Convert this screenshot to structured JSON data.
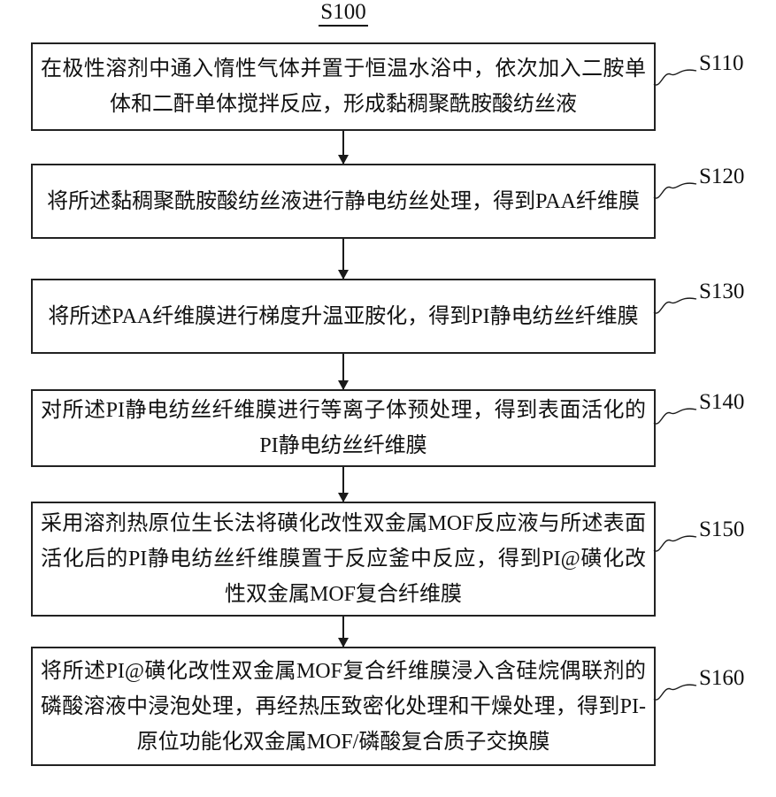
{
  "title": "S100",
  "colors": {
    "line": "#1a1a1a",
    "border": "#222222",
    "background": "#ffffff",
    "text": "#111111"
  },
  "steps": [
    {
      "id": "S110",
      "text": "在极性溶剂中通入惰性气体并置于恒温水浴中，依次加入二胺单体和二酐单体搅拌反应，形成黏稠聚酰胺酸纺丝液"
    },
    {
      "id": "S120",
      "text": "将所述黏稠聚酰胺酸纺丝液进行静电纺丝处理，得到PAA纤维膜"
    },
    {
      "id": "S130",
      "text": "将所述PAA纤维膜进行梯度升温亚胺化，得到PI静电纺丝纤维膜"
    },
    {
      "id": "S140",
      "text": "对所述PI静电纺丝纤维膜进行等离子体预处理，得到表面活化的PI静电纺丝纤维膜"
    },
    {
      "id": "S150",
      "text": "采用溶剂热原位生长法将磺化改性双金属MOF反应液与所述表面活化后的PI静电纺丝纤维膜置于反应釜中反应，得到PI@磺化改性双金属MOF复合纤维膜"
    },
    {
      "id": "S160",
      "text": "将所述PI@磺化改性双金属MOF复合纤维膜浸入含硅烷偶联剂的磷酸溶液中浸泡处理，再经热压致密化处理和干燥处理，得到PI-原位功能化双金属MOF/磷酸复合质子交换膜"
    }
  ]
}
